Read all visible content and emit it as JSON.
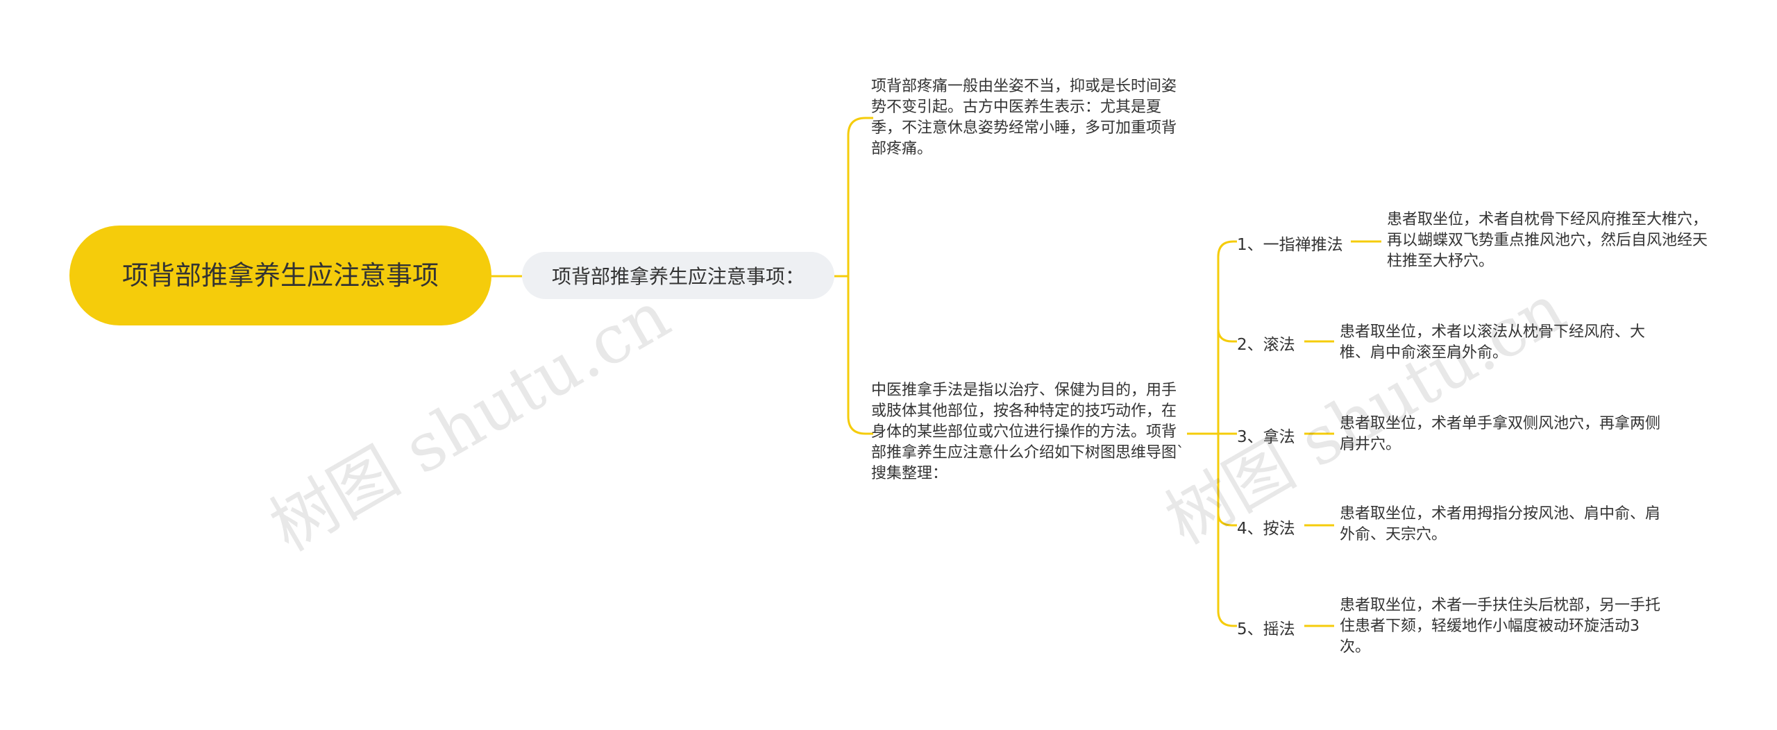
{
  "root": {
    "label": "项背部推拿养生应注意事项"
  },
  "sub": {
    "label": "项背部推拿养生应注意事项："
  },
  "intro": "项背部疼痛一般由坐姿不当，抑或是长时间姿势不变引起。古方中医养生表示：尤其是夏季，不注意休息姿势经常小睡，多可加重项背部疼痛。",
  "method_intro": "中医推拿手法是指以治疗、保健为目的，用手或肢体其他部位，按各种特定的技巧动作，在身体的某些部位或穴位进行操作的方法。项背部推拿养生应注意什么介绍如下树图思维导图`搜集整理：",
  "methods": [
    {
      "label": "1、一指禅推法",
      "desc": "患者取坐位，术者自枕骨下经风府推至大椎穴，再以蝴蝶双飞势重点推风池穴，然后自风池经天柱推至大杼穴。"
    },
    {
      "label": "2、滚法",
      "desc": "患者取坐位，术者以滚法从枕骨下经风府、大椎、肩中俞滚至肩外俞。"
    },
    {
      "label": "3、拿法",
      "desc": "患者取坐位，术者单手拿双侧风池穴，再拿两侧肩井穴。"
    },
    {
      "label": "4、按法",
      "desc": "患者取坐位，术者用拇指分按风池、肩中俞、肩外俞、天宗穴。"
    },
    {
      "label": "5、摇法",
      "desc": "患者取坐位，术者一手扶住头后枕部，另一手托住患者下颏，轻缓地作小幅度被动环旋活动3次。"
    }
  ],
  "watermark": "树图 shutu.cn",
  "colors": {
    "accent": "#f5cc0b",
    "sub_bg": "#eef0f3",
    "text": "#333333"
  }
}
